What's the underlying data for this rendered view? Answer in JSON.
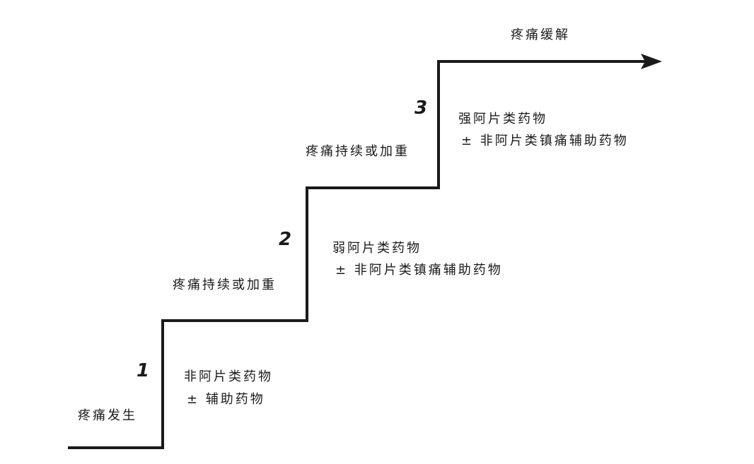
{
  "start_label": "疼痛发生",
  "end_label": "疼痛缓解",
  "steps": [
    {
      "number": "1",
      "condition": "",
      "drug_line1": "非阿片类药物",
      "drug_line2": "± 辅助药物"
    },
    {
      "number": "2",
      "condition": "疼痛持续或加重",
      "drug_line1": "弱阿片类药物",
      "drug_line2": "± 非阿片类镇痛辅助药物"
    },
    {
      "number": "3",
      "condition": "疼痛持续或加重",
      "drug_line1": "强阿片类药物",
      "drug_line2": "± 非阿片类镇痛辅助药物"
    }
  ],
  "colors": {
    "line": "#1a1a1a",
    "text": "#1a1a1a",
    "background": "#ffffff"
  }
}
